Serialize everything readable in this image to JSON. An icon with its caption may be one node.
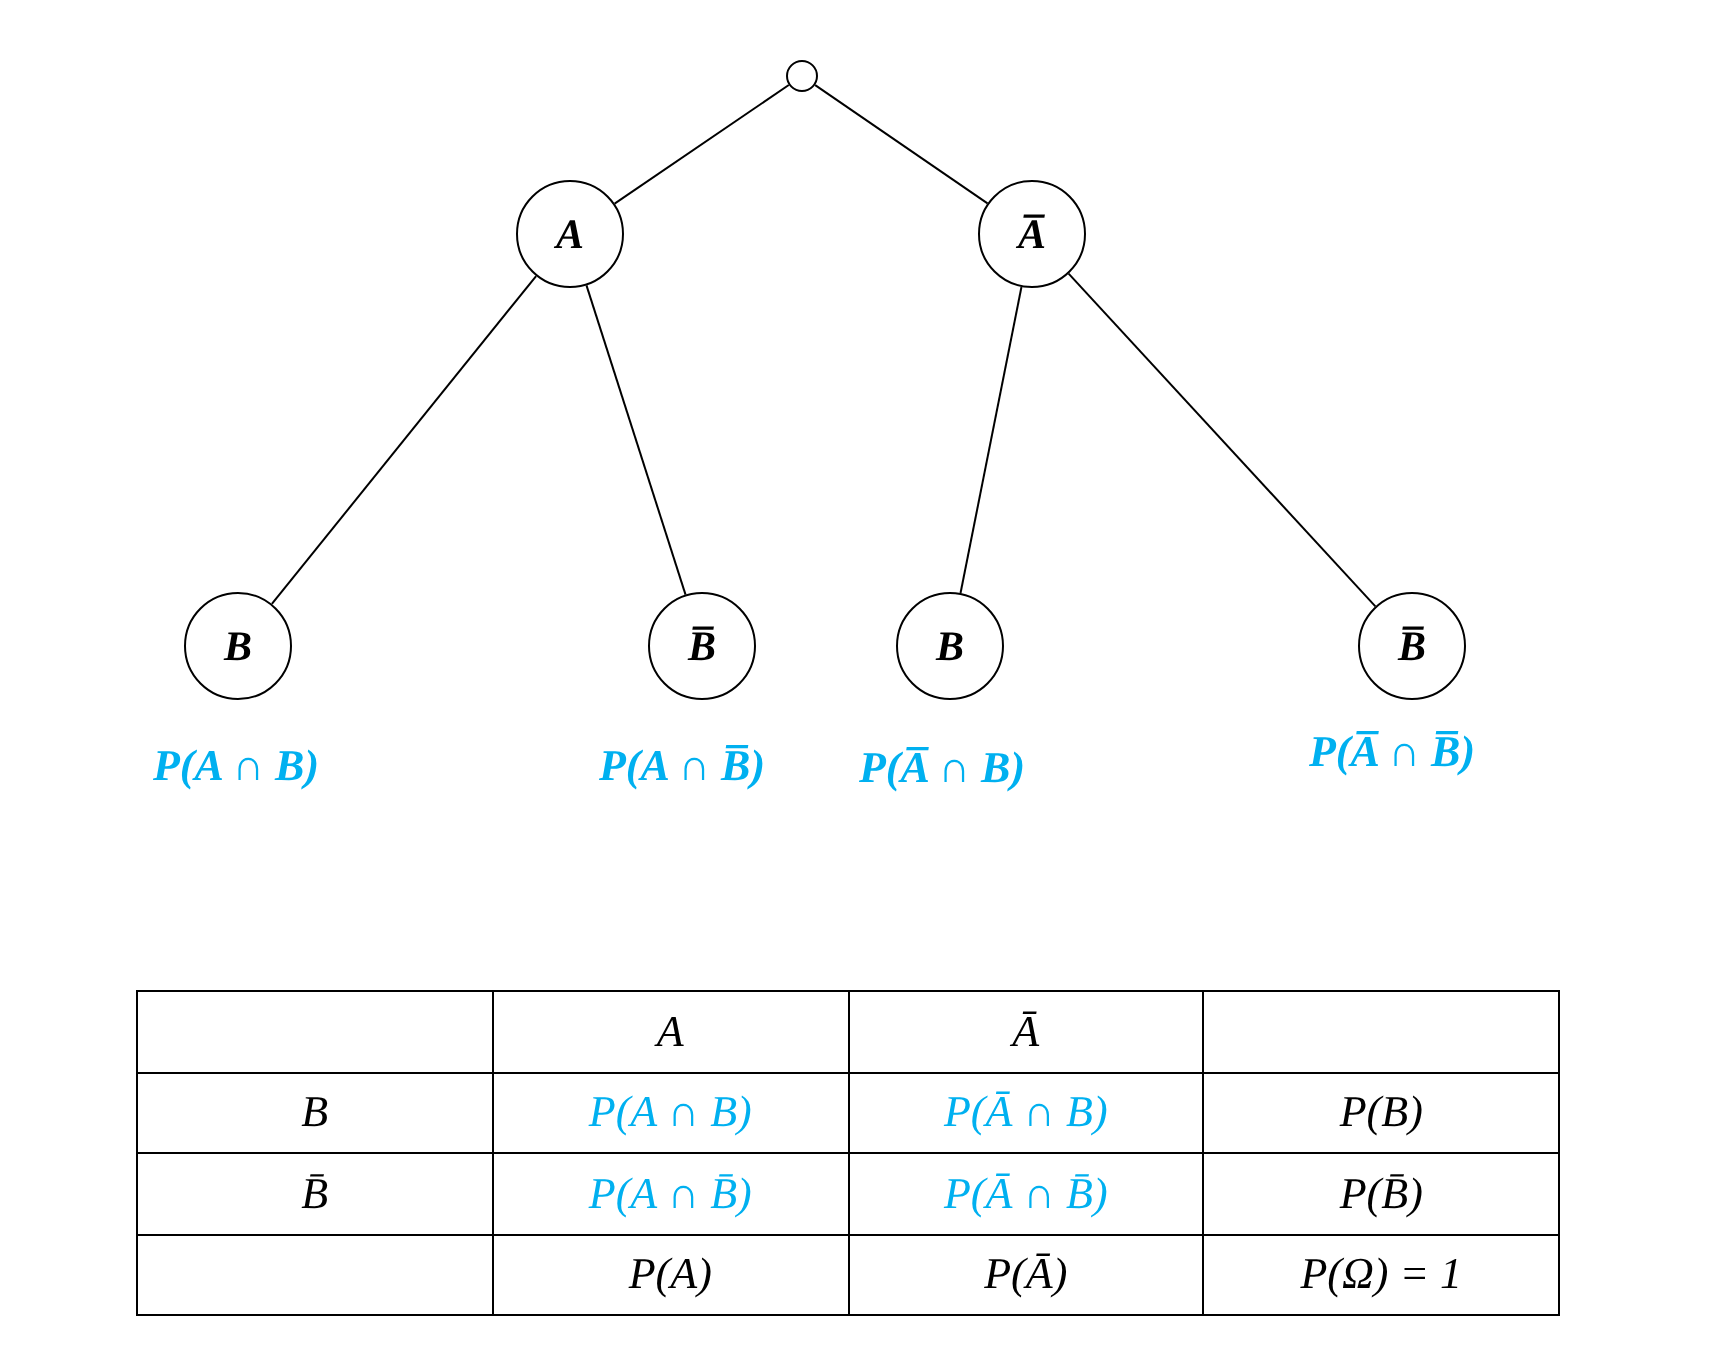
{
  "diagram": {
    "nodes": [
      {
        "text": [],
        "shape": "circle"
      },
      {
        "text": [
          "A"
        ]
      },
      {
        "text": [
          "A̅"
        ]
      },
      {
        "text": [
          "B"
        ],
        "beside": [
          "P(A ∩ B)"
        ]
      },
      {
        "text": [
          "B̅"
        ],
        "beside": [
          "P(A ∩ B̅)"
        ]
      },
      {
        "text": [
          "B"
        ],
        "beside": [
          "P(A̅ ∩ B)"
        ]
      },
      {
        "text": [
          "B̅"
        ],
        "beside": [
          "P(A̅ ∩ B̅)"
        ]
      }
    ],
    "edges": [
      {
        "from": 0,
        "to": 1,
        "arrow": "none"
      },
      {
        "from": 0,
        "to": 2,
        "arrow": "none"
      },
      {
        "from": 1,
        "to": 3,
        "arrow": "none"
      },
      {
        "from": 1,
        "to": 4,
        "arrow": "none"
      },
      {
        "from": 2,
        "to": 5,
        "arrow": "none"
      },
      {
        "from": 2,
        "to": 6,
        "arrow": "none"
      }
    ],
    "labels": [
      "A",
      "Ā",
      "B",
      "P(A ∩ B)",
      "P(Ā ∩ B)",
      "P(B)",
      "B̄",
      "P(A ∩ B̄)",
      "P(Ā ∩ B̄)",
      "P(B̄)",
      "P(A)",
      "P(Ā)",
      "P(Ω) = 1"
    ]
  }
}
